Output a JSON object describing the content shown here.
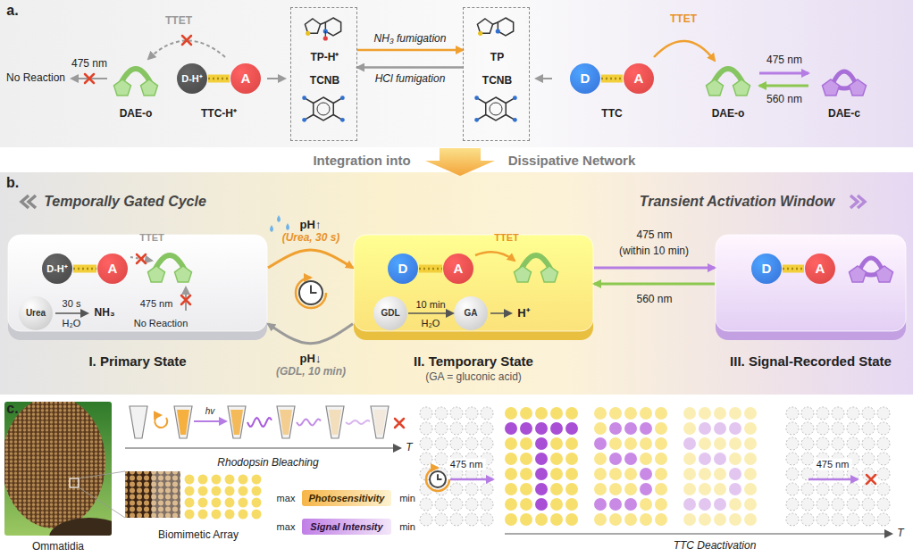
{
  "diagram": {
    "nodes": [
      {
        "text": [
          "D-H⁺"
        ]
      },
      {
        "text": [
          "A"
        ]
      },
      {
        "text": [
          "TP-H⁺",
          "TCNB"
        ]
      },
      {
        "text": [
          "TP",
          "TCNB"
        ]
      },
      {
        "text": [
          "D"
        ]
      },
      {
        "text": [
          "A"
        ]
      },
      {
        "text": [
          "I. Primary State"
        ]
      },
      {
        "text": [
          "D-H⁺"
        ],
        "in": 6
      },
      {
        "text": [
          "A"
        ],
        "in": 6
      },
      {
        "text": [
          "Urea"
        ],
        "in": 6
      },
      {
        "text": [
          "II. Temporary State",
          "(GA = gluconic acid)"
        ]
      },
      {
        "text": [
          "D"
        ],
        "in": 10
      },
      {
        "text": [
          "A"
        ],
        "in": 10
      },
      {
        "text": [
          "GDL"
        ],
        "in": 10
      },
      {
        "text": [
          "GA"
        ],
        "in": 10
      },
      {
        "text": [
          "III. Signal-Recorded State"
        ]
      },
      {
        "text": [
          "D"
        ],
        "in": 15
      },
      {
        "text": [
          "A"
        ],
        "in": 15
      },
      {
        "text": [
          "Photosensitivity"
        ]
      },
      {
        "text": [
          "Signal Intensity"
        ]
      }
    ],
    "edges": [
      {
        "from": 2,
        "to": 3,
        "label": "NH₃ fumigation",
        "arrow": "to"
      },
      {
        "from": 3,
        "to": 2,
        "label": "HCl fumigation",
        "arrow": "to"
      },
      {
        "from": 6,
        "to": 10,
        "label": "pH↑",
        "arrow": "to"
      },
      {
        "from": 10,
        "to": 6,
        "label": "pH↓",
        "arrow": "to"
      },
      {
        "from": 13,
        "to": 14,
        "label": "10 min",
        "arrow": "to"
      },
      {
        "from": 10,
        "to": 15,
        "label": "475 nm",
        "arrow": "to"
      },
      {
        "from": 15,
        "to": 10,
        "label": "560 nm",
        "arrow": "to"
      },
      {
        "from": 0,
        "to": 1,
        "arrow": "none"
      },
      {
        "from": 4,
        "to": 5,
        "arrow": "none"
      },
      {
        "from": 7,
        "to": 8,
        "arrow": "none"
      },
      {
        "from": 11,
        "to": 12,
        "arrow": "none"
      },
      {
        "from": 16,
        "to": 17,
        "arrow": "none"
      }
    ],
    "labels": [
      "a.",
      "475 nm",
      "No Reaction",
      "TTET",
      "DAE-o",
      "TTC-H⁺",
      "TTC",
      "TTET",
      "DAE-o",
      "475 nm",
      "560 nm",
      "DAE-c",
      "Integration into",
      "Dissipative Network",
      "b.",
      "Temporally Gated Cycle",
      "Transient Activation Window",
      "TTET",
      "30 s",
      "H₂O",
      "NH₃",
      "475 nm",
      "No Reaction",
      "(Urea, 30 s)",
      "(GDL, 10 min)",
      "TTET",
      "H₂O",
      "H⁺",
      "(within 10 min)",
      "c.",
      "hv",
      "T",
      "Rhodopsin Bleaching",
      "Ommatidia",
      "Biomimetic Array",
      "max",
      "min",
      "max",
      "min",
      "475 nm",
      "475 nm",
      "TTC Deactivation",
      "T"
    ]
  }
}
